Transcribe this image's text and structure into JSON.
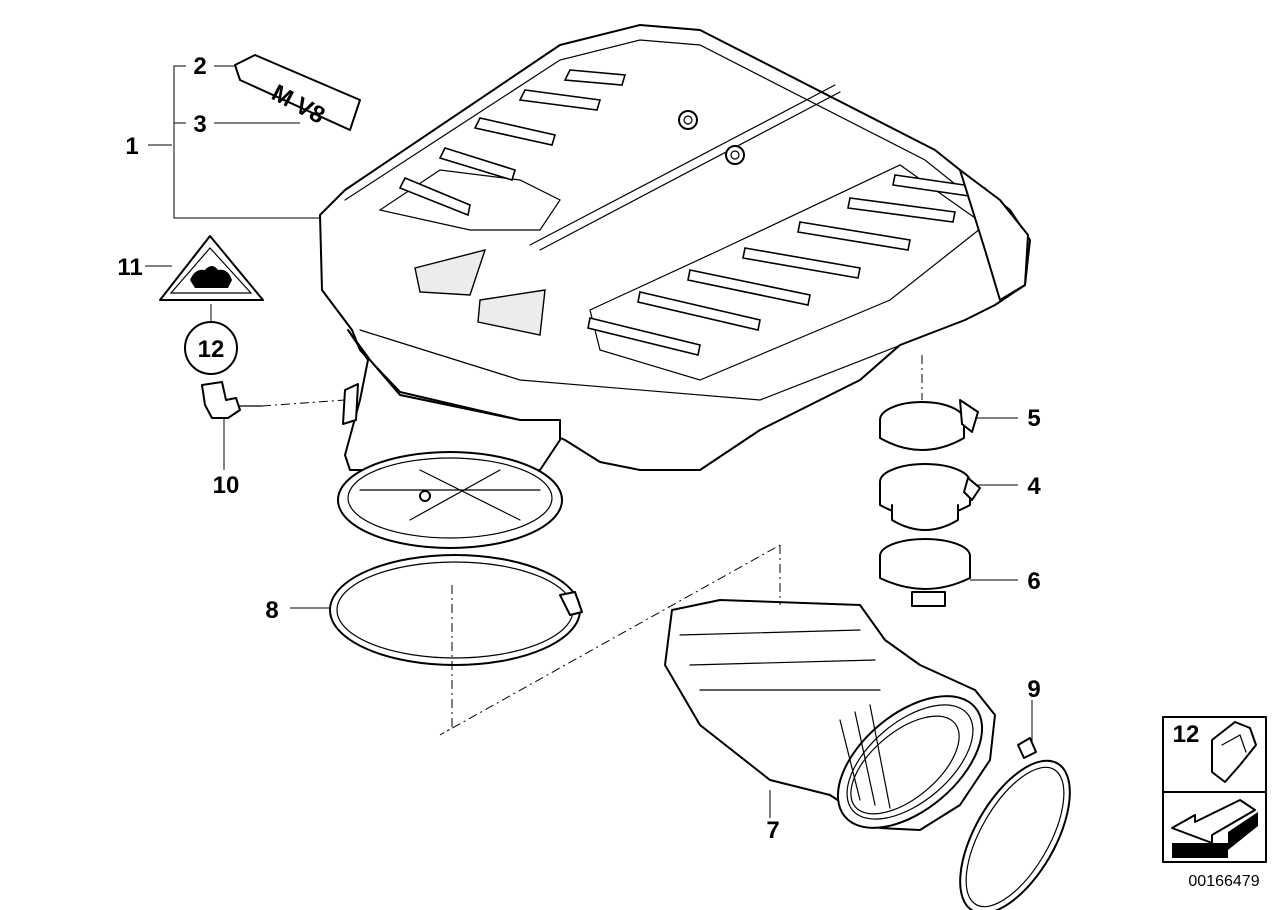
{
  "diagram": {
    "doc_number": "00166479",
    "badge_text": "M V8",
    "callouts": {
      "c1": "1",
      "c2": "2",
      "c3": "3",
      "c4": "4",
      "c5": "5",
      "c6": "6",
      "c7": "7",
      "c8": "8",
      "c9": "9",
      "c10": "10",
      "c11": "11",
      "c12": "12"
    },
    "legend": {
      "label": "12"
    }
  }
}
